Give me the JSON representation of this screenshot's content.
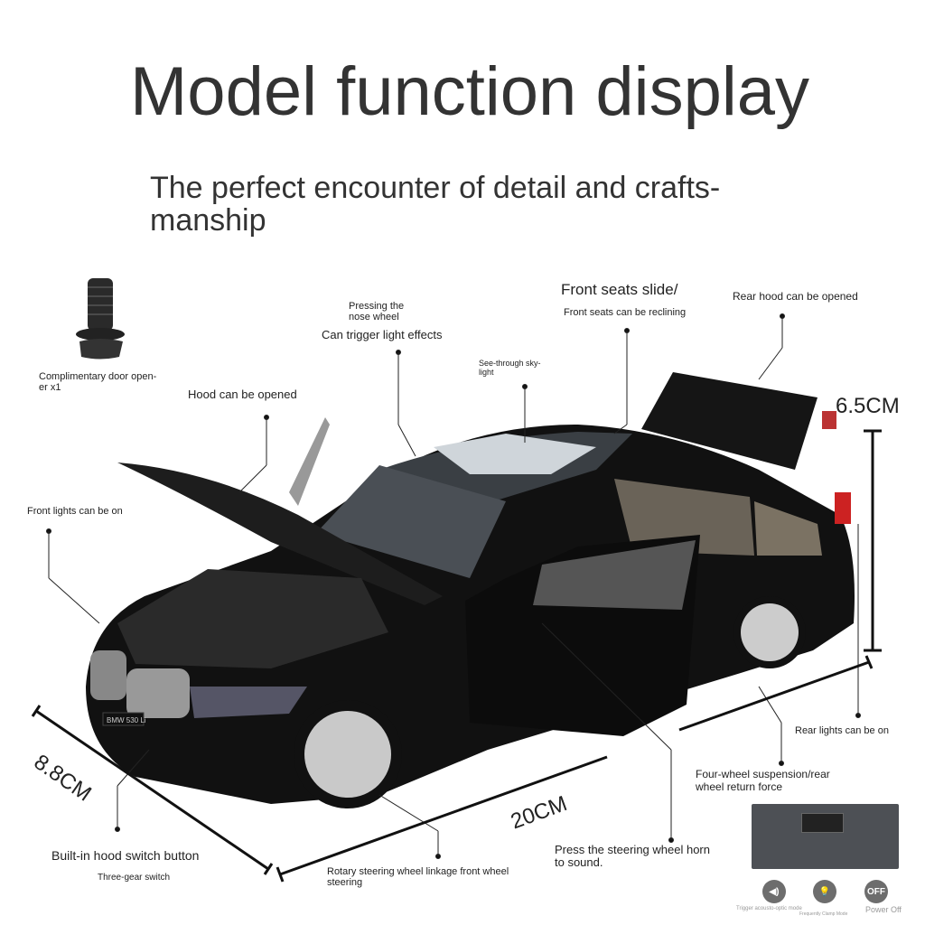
{
  "title": "Model function display",
  "subtitle": {
    "line1": "The perfect encounter of detail and crafts-",
    "line2": "manship"
  },
  "labels": {
    "door_opener": {
      "line1": "Complimentary door open-",
      "line2": "er x1"
    },
    "nose_wheel": {
      "line1": "Pressing the",
      "line2": "nose wheel",
      "line3": "Can trigger light effects"
    },
    "skylight": {
      "line1": "See-through sky-",
      "line2": "light"
    },
    "front_seats": {
      "line1": "Front seats slide/",
      "line2": "Front seats can be reclining"
    },
    "rear_hood": "Rear hood can be opened",
    "hood": "Hood can be opened",
    "front_lights": "Front lights can be on",
    "rear_lights": "Rear lights can be on",
    "suspension": {
      "line1": "Four-wheel suspension/rear",
      "line2": "wheel return force"
    },
    "hood_switch": "Built-in hood switch button",
    "three_gear": "Three-gear switch",
    "steering": {
      "line1": "Rotary steering wheel linkage front wheel",
      "line2": "steering"
    },
    "horn": {
      "line1": "Press the steering wheel horn",
      "line2": "to sound."
    }
  },
  "dimensions": {
    "height": "6.5CM",
    "width": "8.8CM",
    "length": "20CM"
  },
  "plate": "BMW 530 Li",
  "switch_modes": [
    {
      "icon": "speaker-icon",
      "caption": "Trigger acousto-optic mode"
    },
    {
      "icon": "lightbulb-icon",
      "caption": "Frequently Clamp Mode"
    },
    {
      "icon": "off-icon",
      "symbol": "OFF",
      "caption": "Power Off"
    }
  ]
}
